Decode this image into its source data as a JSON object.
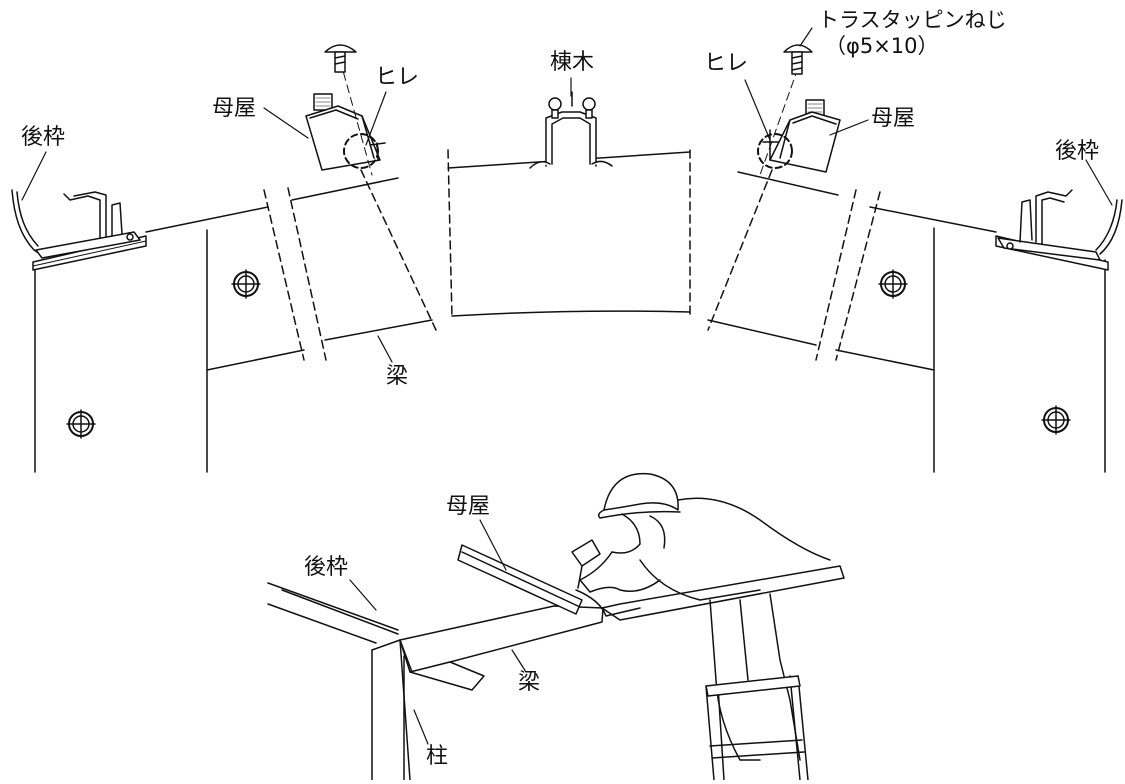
{
  "labels": {
    "ridge": "棟木",
    "purlin_left": "母屋",
    "purlin_right": "母屋",
    "purlin_bottom": "母屋",
    "fin_left": "ヒレ",
    "fin_right": "ヒレ",
    "rear_frame_left": "後枠",
    "rear_frame_right": "後枠",
    "rear_frame_bottom": "後枠",
    "beam_top": "梁",
    "beam_bottom": "梁",
    "post": "柱",
    "screw_name": "トラスタッピンねじ",
    "screw_size": "（φ5×10）"
  },
  "colors": {
    "line": "#111111",
    "fill": "#ffffff",
    "mesh": "#888888"
  }
}
